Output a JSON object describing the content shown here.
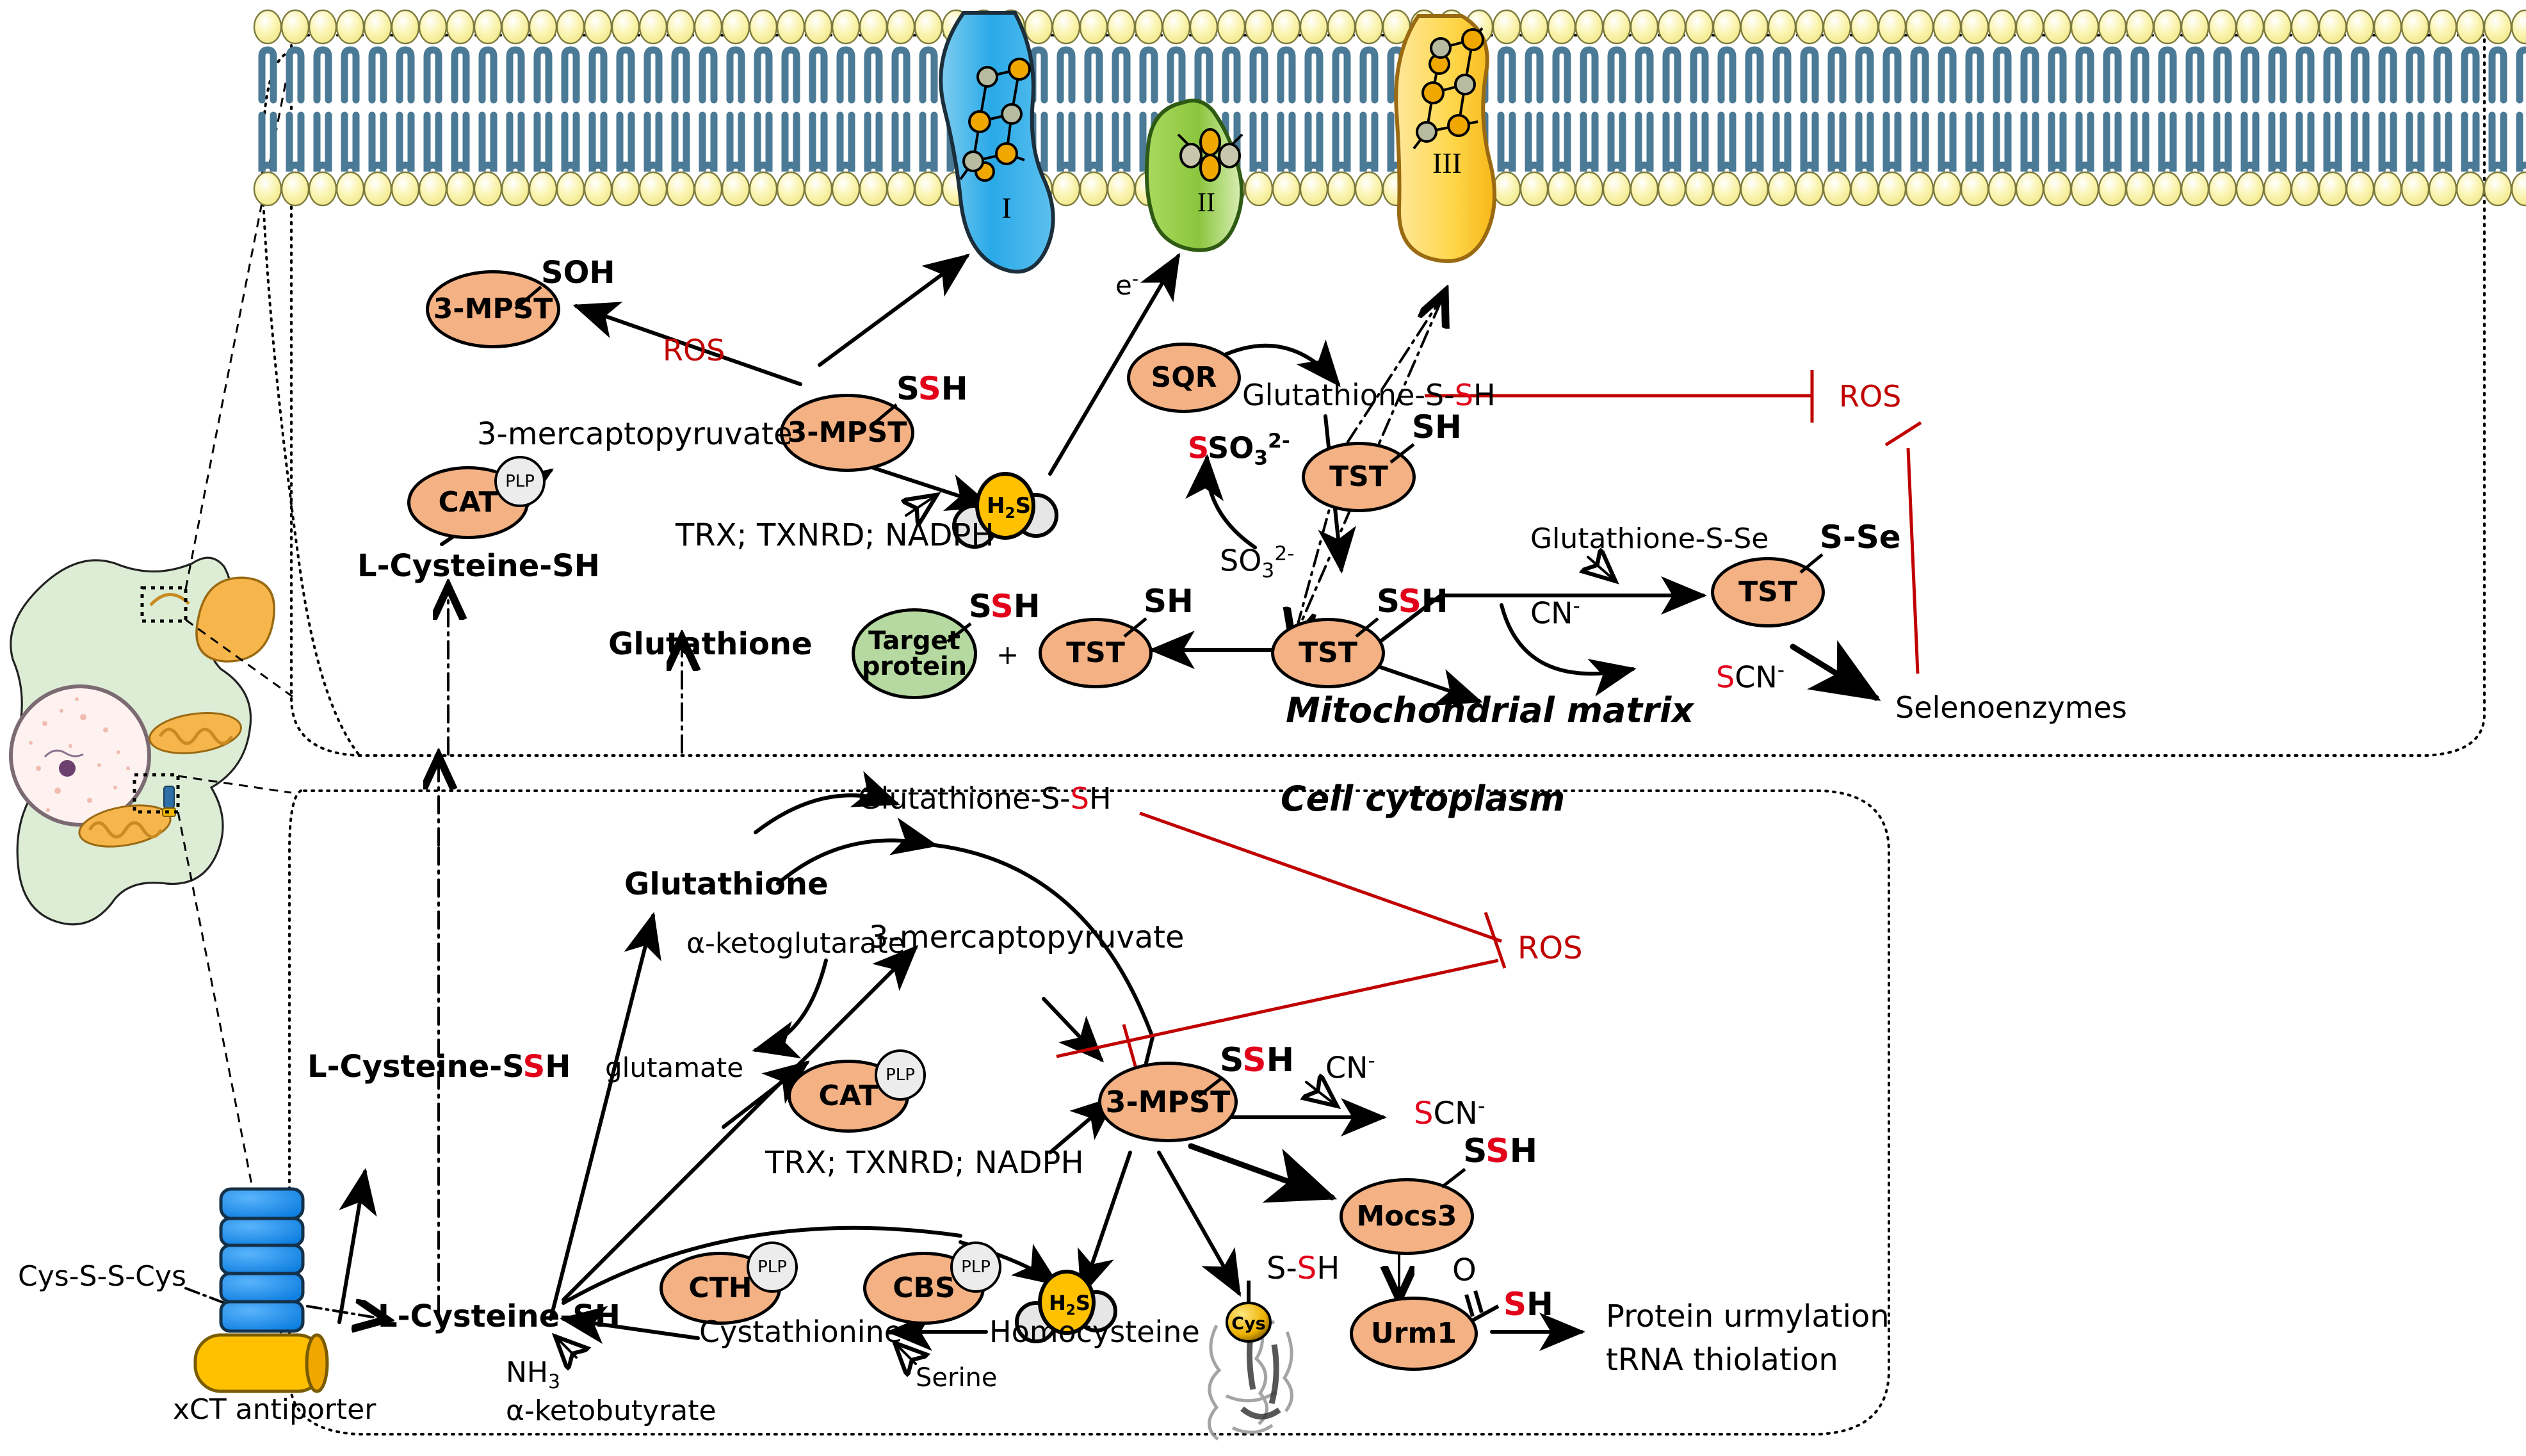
{
  "compartments": {
    "mitochondria_label": "Mitochondrial matrix",
    "cytoplasm_label": "Cell cytoplasm"
  },
  "membrane": {
    "complexes": [
      {
        "name": "complex-I",
        "label": "I",
        "color": "#4db3e6"
      },
      {
        "name": "complex-II",
        "label": "II",
        "color": "#8dc63f"
      },
      {
        "name": "complex-III",
        "label": "III",
        "color": "#ffd24d"
      }
    ],
    "head_color": "#f7f0a0",
    "tail_color": "#4a7a96"
  },
  "mito": {
    "enzymes": [
      {
        "id": "mpst_top",
        "label": "3-MPST"
      },
      {
        "id": "mpst_mid",
        "label": "3-MPST"
      },
      {
        "id": "cat",
        "label": "CAT",
        "cofactor": "PLP"
      },
      {
        "id": "sqr",
        "label": "SQR"
      },
      {
        "id": "tst_sh",
        "label": "TST"
      },
      {
        "id": "tst_ssh_mid",
        "label": "TST"
      },
      {
        "id": "tst_sh_left",
        "label": "TST"
      },
      {
        "id": "tst_sse",
        "label": "TST"
      },
      {
        "id": "target_protein",
        "label": "Target\nprotein"
      }
    ],
    "labels": {
      "soh": "SOH",
      "ros_left": "ROS",
      "ros_right": "ROS",
      "mercaptopyruvate": "3-mercaptopyruvate",
      "l_cysteine_sh": "L-Cysteine-SH",
      "trx": "TRX; TXNRD; NADPH",
      "h2s": "H2S",
      "e_minus": "e-",
      "glutathione_s_ssh": "Glutathione-S-SH",
      "sso3": "SSO3 2-",
      "so3": "SO3 2-",
      "glutathione": "Glutathione",
      "glutathione_s_se": "Glutathione-S-Se",
      "selenoenzymes": "Selenoenzymes",
      "cn_minus": "CN-",
      "scn_minus": "SCN-",
      "plus": "+",
      "ssh": "SSH",
      "sh": "SH",
      "s_se": "S-Se"
    }
  },
  "cyto": {
    "enzymes": [
      {
        "id": "cat_cyto",
        "label": "CAT",
        "cofactor": "PLP"
      },
      {
        "id": "mpst_cyto",
        "label": "3-MPST"
      },
      {
        "id": "mocs3",
        "label": "Mocs3"
      },
      {
        "id": "urm1",
        "label": "Urm1"
      },
      {
        "id": "cth",
        "label": "CTH",
        "cofactor": "PLP"
      },
      {
        "id": "cbs",
        "label": "CBS",
        "cofactor": "PLP"
      }
    ],
    "labels": {
      "glutathione_s_sh": "Glutathione-S-SH",
      "glutathione": "Glutathione",
      "ketoglutarate": "α-ketoglutarate",
      "mercaptopyruvate": "3-mercaptopyruvate",
      "glutamate": "glutamate",
      "trx": "TRX; TXNRD; NADPH",
      "l_cysteine_ssh": "L-Cysteine-SSH",
      "l_cysteine_sh": "L-Cysteine-SH",
      "cys_s_s_cys": "Cys-S-S-Cys",
      "xct": "xCT antiporter",
      "cystathionine": "Cystathionine",
      "homocysteine": "Homocysteine",
      "serine": "Serine",
      "nh3": "NH3",
      "ketobutyrate": "α-ketobutyrate",
      "h2s": "H2S",
      "cn_minus": "CN-",
      "scn_minus": "SCN-",
      "ros": "ROS",
      "ssh": "SSH",
      "s_sh": "S-SH",
      "sh_urm": "SH",
      "o_urm": "O",
      "cys_ball": "Cys",
      "protein_urmylation": "Protein urmylation",
      "trna_thiolation": "tRNA thiolation"
    }
  },
  "colors": {
    "enzyme_fill": "#f4b183",
    "target_protein_fill": "#b5d9a0",
    "h2s_fill": "#ffc000",
    "red_accent": "#e2001a",
    "ros_red": "#c00000",
    "cell_fill": "#ddecd4",
    "mito_fill": "#f5b942",
    "antiporter_blue": "#1a8cf0",
    "antiporter_yellow": "#ffc000"
  }
}
